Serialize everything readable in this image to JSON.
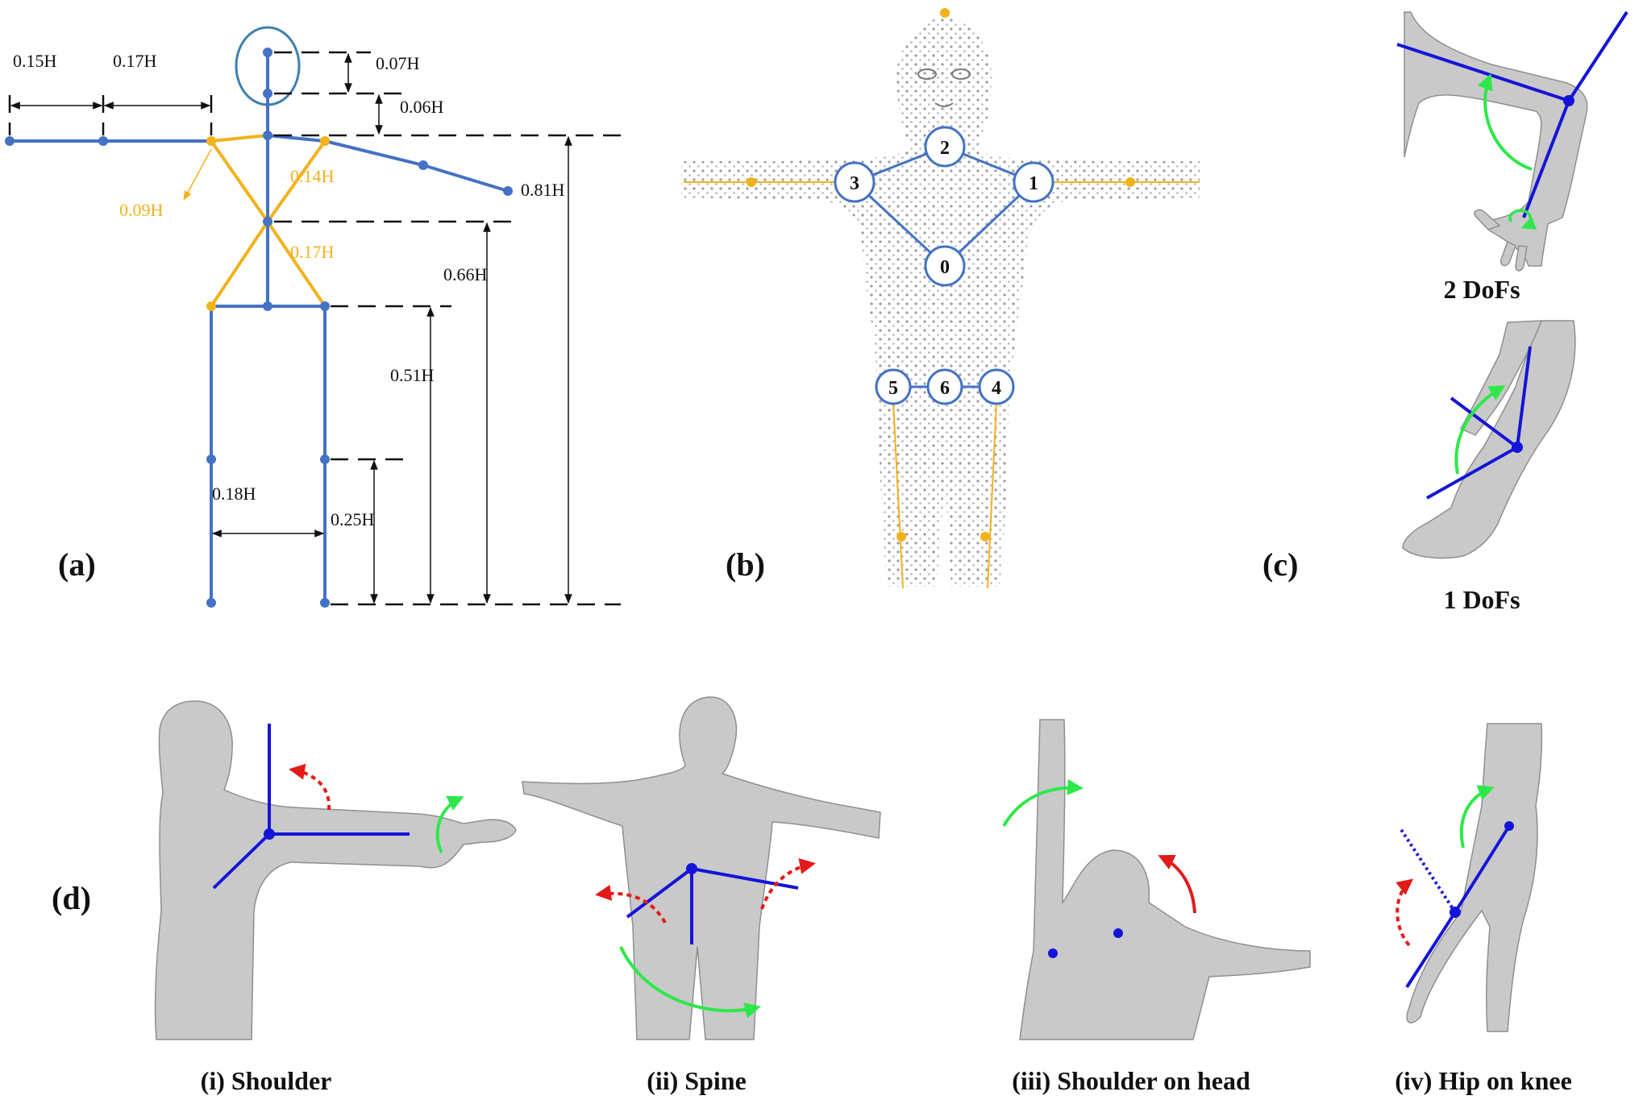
{
  "panels": {
    "a": "(a)",
    "b": "(b)",
    "c": "(c)",
    "d": "(d)"
  },
  "measurements": {
    "m015": "0.15H",
    "m017": "0.17H",
    "m007": "0.07H",
    "m006": "0.06H",
    "m081": "0.81H",
    "m014": "0.14H",
    "m009": "0.09H",
    "m017y": "0.17H",
    "m066": "0.66H",
    "m051": "0.51H",
    "m018": "0.18H",
    "m025": "0.25H"
  },
  "joints": [
    "0",
    "1",
    "2",
    "3",
    "4",
    "5",
    "6"
  ],
  "dof_labels": {
    "two": "2 DoFs",
    "one": "1 DoFs"
  },
  "captions": {
    "shoulder": "(i) Shoulder",
    "spine": "(ii) Spine",
    "shoulder_head": "(iii) Shoulder on head",
    "hip_knee": "(iv) Hip on knee"
  },
  "colors": {
    "skeleton_blue": "#4472c4",
    "skeleton_yellow": "#f2b21b",
    "axis_blue": "#1414d8",
    "arc_green": "#2ee84a",
    "arc_red": "#e41a1a",
    "mesh_gray": "#c9c9c9"
  }
}
